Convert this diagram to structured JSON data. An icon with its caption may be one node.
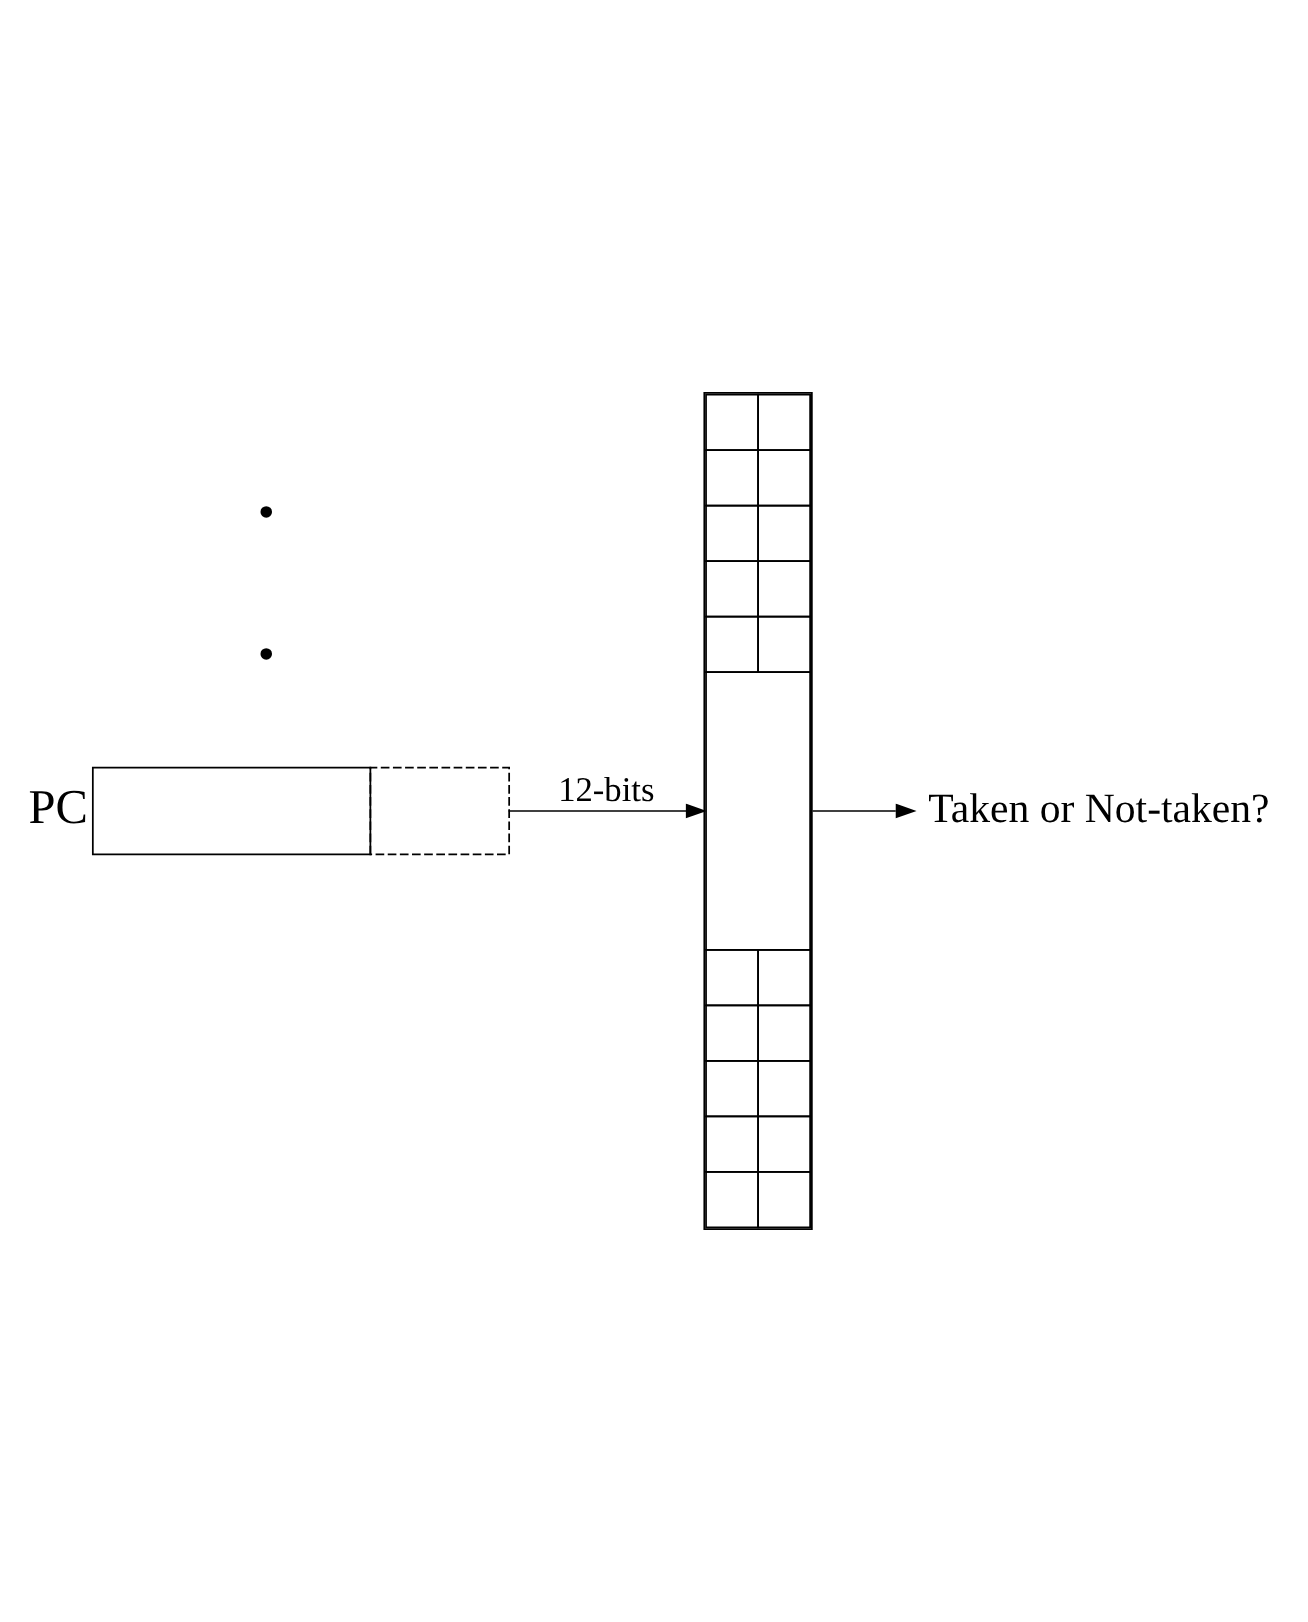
{
  "diagram": {
    "nodes": [
      {
        "text": [],
        "shape": "box",
        "beside": [
          "PC"
        ]
      },
      {
        "text": [],
        "shape": "bar"
      },
      {
        "text": [
          "Taken or Not-taken?"
        ]
      }
    ],
    "edges": [
      {
        "from": 0,
        "to": 1,
        "arrow": "to",
        "label": "12-bits"
      },
      {
        "from": 1,
        "to": 2,
        "arrow": "to"
      }
    ],
    "labels": [
      "•",
      "•"
    ]
  }
}
